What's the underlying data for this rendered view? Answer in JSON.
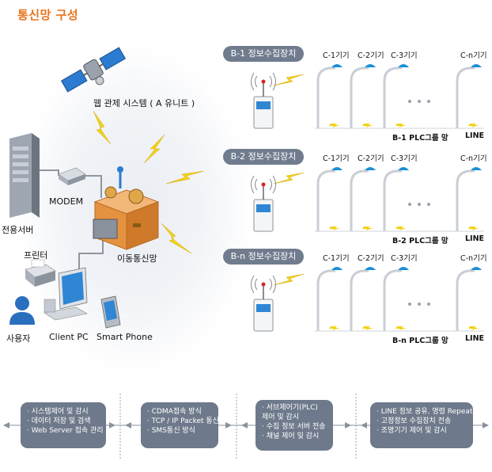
{
  "title": "통신망 구성",
  "left": {
    "web_system": "웹 관제 시스템 ( A 유니트 )",
    "modem": "MODEM",
    "server": "전용서버",
    "mobile_network": "이동통신망",
    "printer": "프린터",
    "user": "사용자",
    "client_pc": "Client PC",
    "smart_phone": "Smart Phone"
  },
  "groups": [
    {
      "collector": "B-1 정보수집장치",
      "devices": [
        "C-1기기",
        "C-2기기",
        "C-3기기",
        "C-n기기"
      ],
      "plc": "B-1 PLC그룹 망",
      "line": "LINE"
    },
    {
      "collector": "B-2 정보수집장치",
      "devices": [
        "C-1기기",
        "C-2기기",
        "C-3기기",
        "C-n기기"
      ],
      "plc": "B-2 PLC그룹 망",
      "line": "LINE"
    },
    {
      "collector": "B-n 정보수집장치",
      "devices": [
        "C-1기기",
        "C-2기기",
        "C-3기기",
        "C-n기기"
      ],
      "plc": "B-n PLC그룹 망",
      "line": "LINE"
    }
  ],
  "bottom_boxes": [
    [
      "· 시스템제어 및 감시",
      "· 데이터 저장 및 검색",
      "· Web Server 접속 관리"
    ],
    [
      "· CDMA접속 방식",
      "· TCP / IP Packet 통신",
      "· SMS통신 방식"
    ],
    [
      "· 서브제어기(PLC)",
      "  제어 및 감시",
      "· 수집 정보 서버 전송",
      "· 채널 제어 및 감시"
    ],
    [
      "· LINE 정보 공유, 명령 Repeat",
      "· 고정정보 수집장치 전송",
      "· 조명기기 제어 및 감시"
    ]
  ],
  "colors": {
    "accent": "#e8741b",
    "pill": "#707c8e",
    "lamp": "#1a8fd6",
    "bolt": "#f2d21a"
  }
}
